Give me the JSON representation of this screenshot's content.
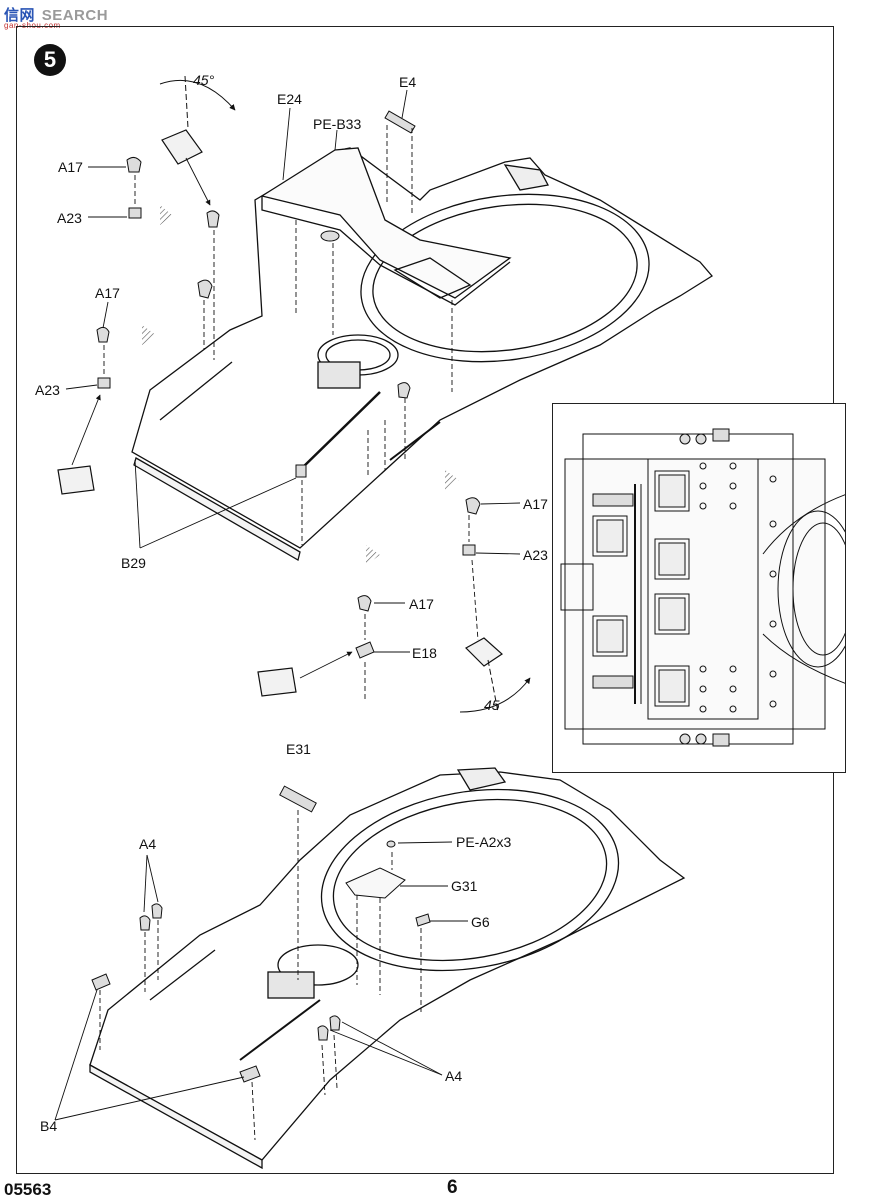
{
  "watermark": {
    "chinese": "信网",
    "search": "SEARCH",
    "url": "gan-shou.com"
  },
  "step_number": "5",
  "top_assembly": {
    "angle_top": "45°",
    "angle_bottom": "45",
    "labels": {
      "e24": "E24",
      "pe_b33": "PE-B33",
      "e4": "E4",
      "a17_top_left": "A17",
      "a23_top_left": "A23",
      "a17_mid_left": "A17",
      "a23_mid_left": "A23",
      "b29": "B29",
      "a17_right": "A17",
      "a23_right": "A23",
      "a17_lower": "A17",
      "e18": "E18"
    }
  },
  "bottom_assembly": {
    "labels": {
      "e31": "E31",
      "a4_left": "A4",
      "pe_a2x3": "PE-A2x3",
      "g31": "G31",
      "g6": "G6",
      "a4_right": "A4",
      "b4": "B4"
    }
  },
  "footer": {
    "kit_code": "05563",
    "page_number": "6"
  }
}
